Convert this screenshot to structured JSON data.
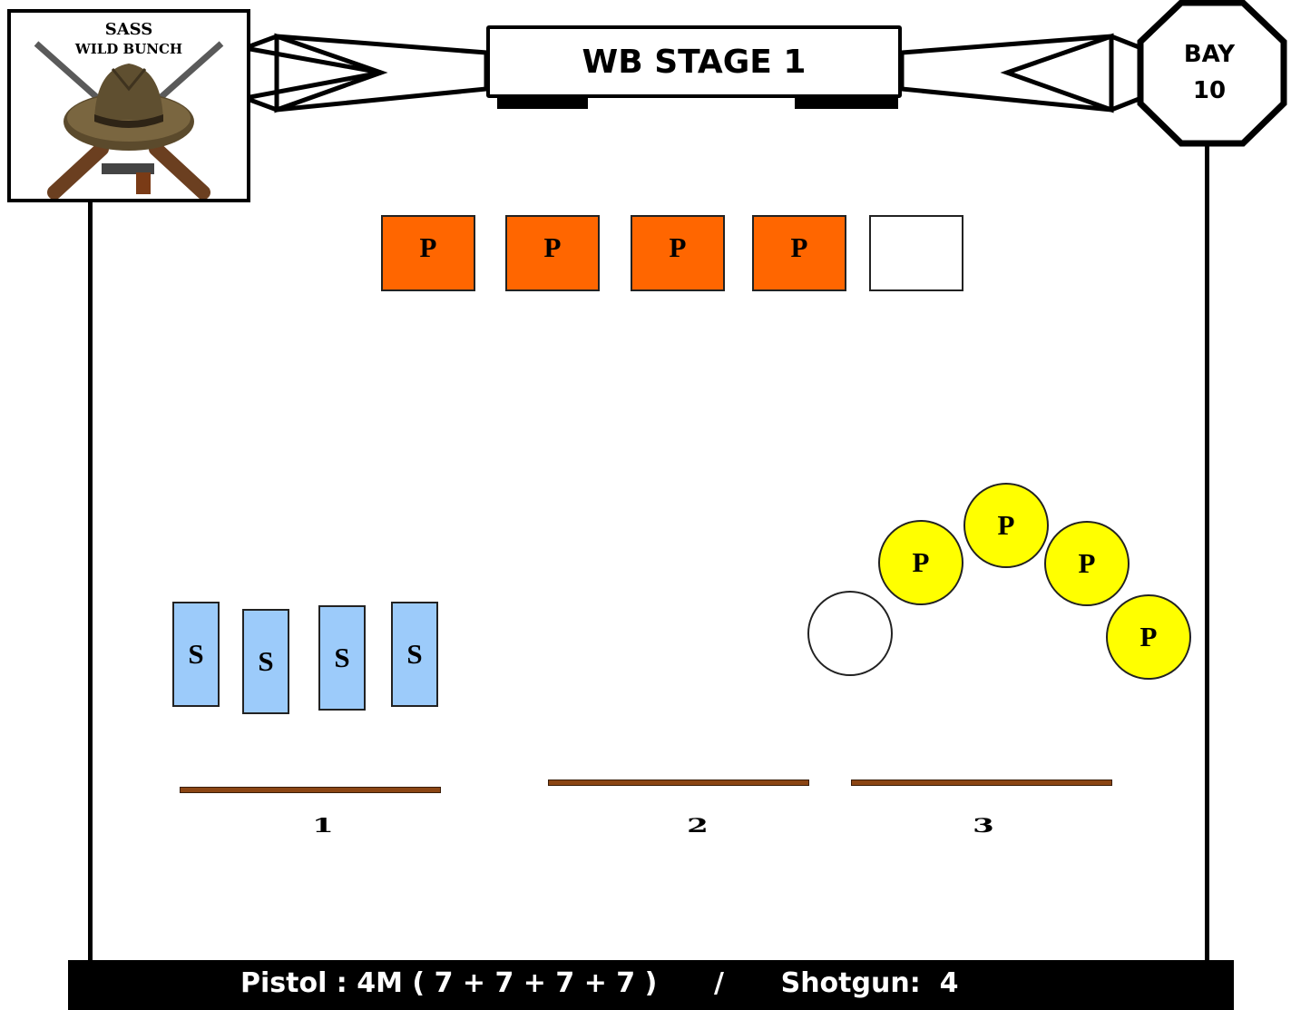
{
  "logo": {
    "line1": "SASS",
    "line2": "WILD BUNCH"
  },
  "title": "WB STAGE 1",
  "bay": {
    "line1": "BAY",
    "line2": "10"
  },
  "pistol_plates": [
    {
      "label": "P",
      "color": "#ff6600"
    },
    {
      "label": "P",
      "color": "#ff6600"
    },
    {
      "label": "P",
      "color": "#ff6600"
    },
    {
      "label": "P",
      "color": "#ff6600"
    },
    {
      "label": "",
      "color": "#ffffff"
    }
  ],
  "shotgun_targets": [
    {
      "label": "S",
      "color": "#9ccbfa"
    },
    {
      "label": "S",
      "color": "#9ccbfa"
    },
    {
      "label": "S",
      "color": "#9ccbfa"
    },
    {
      "label": "S",
      "color": "#9ccbfa"
    }
  ],
  "pistol_circles": [
    {
      "label": "",
      "color": "#ffffff"
    },
    {
      "label": "P",
      "color": "#ffff00"
    },
    {
      "label": "P",
      "color": "#ffff00"
    },
    {
      "label": "P",
      "color": "#ffff00"
    },
    {
      "label": "P",
      "color": "#ffff00"
    }
  ],
  "positions": [
    "1",
    "2",
    "3"
  ],
  "table_color": "#8b4513",
  "footer": {
    "text": "Pistol : 4M ( 7 + 7 + 7 + 7 )      /      Shotgun:  4"
  }
}
